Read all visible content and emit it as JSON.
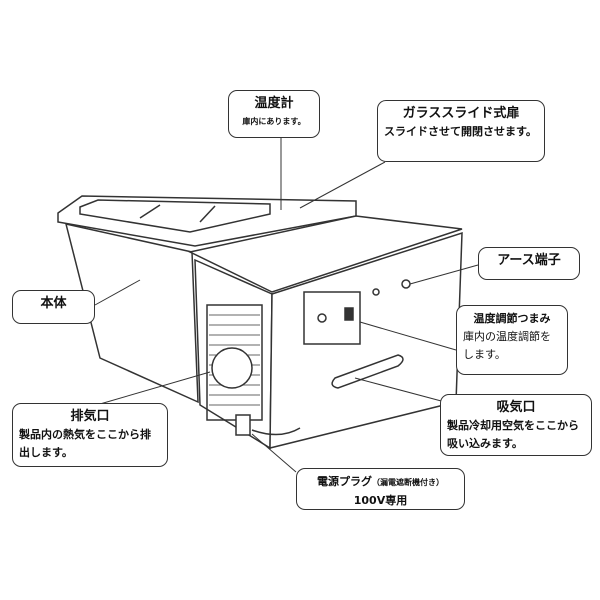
{
  "callouts": {
    "thermometer": {
      "title": "温度計",
      "text": "庫内にあります。"
    },
    "glass_door": {
      "title": "ガラススライド式扉",
      "text": "スライドさせて開閉させます。"
    },
    "earth": {
      "title": "アース端子"
    },
    "temp_knob": {
      "title": "温度調節つまみ",
      "text": "庫内の温度調節をします。"
    },
    "intake": {
      "title": "吸気口",
      "text": "製品冷却用空気をここから吸い込みます。"
    },
    "body": {
      "title": "本体"
    },
    "exhaust": {
      "title": "排気口",
      "text": "製品内の熱気をここから排出します。"
    },
    "plug": {
      "title": "電源プラグ",
      "note": "（漏電遮断機付き）",
      "text": "100V専用"
    }
  }
}
